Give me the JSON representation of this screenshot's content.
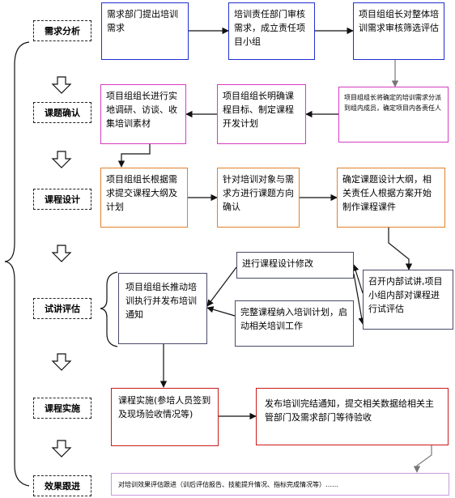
{
  "stages": [
    "需求分析",
    "课题确认",
    "课程设计",
    "试讲评估",
    "课程实施",
    "效果跟进"
  ],
  "boxes": {
    "need_propose": "需求部门提出培训需求",
    "resp_review": "培训责任部门审核需求，成立责任项目小组",
    "leader_review": "项目组组长对整体培训需求审核筛选评估",
    "assign_members": "项目组组长将确定的培训需求分派到组内成员，确定项目内各责任人",
    "define_goals": "项目组组长明确课程目标、制定课程开发计划",
    "research": "项目组组长进行实地调研、访谈、收集培训素材",
    "submit_outline": "项目组组长根据需求提交课程大纲及计划",
    "direction": "针对培训对象与需求方进行课题方向确认",
    "outline_confirm": "确定课题设计大纲，相关责任人根据方案开始制作课程课件",
    "internal_trial": "召开内部试讲,项目小组内部对课程进行试评估",
    "revise": "进行课程设计修改",
    "incorporate": "完整课程纳入培训计划，启动相关培训工作",
    "publish_notice": "项目组组长推动培训执行并发布培训通知",
    "implement": "课程实施(参培人员签到及现场验收情况等)",
    "completion": "发布培训完结通知，提交相关数据给相关主管部门及需求部门等待验收",
    "followup": "对培训效果评估跟进（训后评估报告、技能提升情况、指标完成情况等）……"
  },
  "colors": {
    "blue": "#1f2fd0",
    "pink": "#d63cc0",
    "orange": "#e0802a",
    "red": "#cc1a1a",
    "violet": "#c79ad8"
  }
}
